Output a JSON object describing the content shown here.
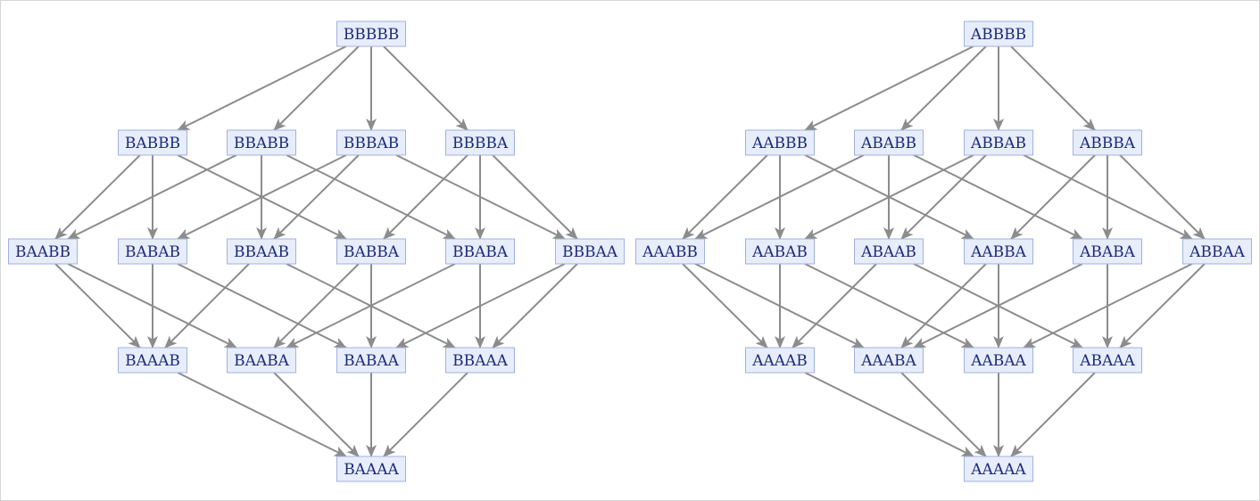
{
  "colors": {
    "node_fill": "#e7edfa",
    "node_border": "#9fb2dd",
    "node_text": "#1b2a7a",
    "edge": "#8c8c8c",
    "frame_border": "#d6d6d6"
  },
  "graphs": [
    {
      "name": "left-graph",
      "levels": [
        [
          "BBBBB"
        ],
        [
          "BABBB",
          "BBABB",
          "BBBAB",
          "BBBBA"
        ],
        [
          "BAABB",
          "BABAB",
          "BBAAB",
          "BABBA",
          "BBABA",
          "BBBAA"
        ],
        [
          "BAAAB",
          "BAABA",
          "BABAA",
          "BBAAA"
        ],
        [
          "BAAAA"
        ]
      ],
      "edges": [
        [
          "BBBBB",
          "BABBB"
        ],
        [
          "BBBBB",
          "BBABB"
        ],
        [
          "BBBBB",
          "BBBAB"
        ],
        [
          "BBBBB",
          "BBBBA"
        ],
        [
          "BABBB",
          "BAABB"
        ],
        [
          "BABBB",
          "BABAB"
        ],
        [
          "BABBB",
          "BABBA"
        ],
        [
          "BBABB",
          "BAABB"
        ],
        [
          "BBABB",
          "BBAAB"
        ],
        [
          "BBABB",
          "BBABA"
        ],
        [
          "BBBAB",
          "BABAB"
        ],
        [
          "BBBAB",
          "BBAAB"
        ],
        [
          "BBBAB",
          "BBBAA"
        ],
        [
          "BBBBA",
          "BABBA"
        ],
        [
          "BBBBA",
          "BBABA"
        ],
        [
          "BBBBA",
          "BBBAA"
        ],
        [
          "BAABB",
          "BAAAB"
        ],
        [
          "BAABB",
          "BAABA"
        ],
        [
          "BABAB",
          "BAAAB"
        ],
        [
          "BABAB",
          "BABAA"
        ],
        [
          "BBAAB",
          "BAAAB"
        ],
        [
          "BBAAB",
          "BBAAA"
        ],
        [
          "BABBA",
          "BAABA"
        ],
        [
          "BABBA",
          "BABAA"
        ],
        [
          "BBABA",
          "BAABA"
        ],
        [
          "BBABA",
          "BBAAA"
        ],
        [
          "BBBAA",
          "BABAA"
        ],
        [
          "BBBAA",
          "BBAAA"
        ],
        [
          "BAAAB",
          "BAAAA"
        ],
        [
          "BAABA",
          "BAAAA"
        ],
        [
          "BABAA",
          "BAAAA"
        ],
        [
          "BBAAA",
          "BAAAA"
        ]
      ]
    },
    {
      "name": "right-graph",
      "levels": [
        [
          "ABBBB"
        ],
        [
          "AABBB",
          "ABABB",
          "ABBAB",
          "ABBBA"
        ],
        [
          "AAABB",
          "AABAB",
          "ABAAB",
          "AABBA",
          "ABABA",
          "ABBAA"
        ],
        [
          "AAAAB",
          "AAABA",
          "AABAA",
          "ABAAA"
        ],
        [
          "AAAAA"
        ]
      ],
      "edges": [
        [
          "ABBBB",
          "AABBB"
        ],
        [
          "ABBBB",
          "ABABB"
        ],
        [
          "ABBBB",
          "ABBAB"
        ],
        [
          "ABBBB",
          "ABBBA"
        ],
        [
          "AABBB",
          "AAABB"
        ],
        [
          "AABBB",
          "AABAB"
        ],
        [
          "AABBB",
          "AABBA"
        ],
        [
          "ABABB",
          "AAABB"
        ],
        [
          "ABABB",
          "ABAAB"
        ],
        [
          "ABABB",
          "ABABA"
        ],
        [
          "ABBAB",
          "AABAB"
        ],
        [
          "ABBAB",
          "ABAAB"
        ],
        [
          "ABBAB",
          "ABBAA"
        ],
        [
          "ABBBA",
          "AABBA"
        ],
        [
          "ABBBA",
          "ABABA"
        ],
        [
          "ABBBA",
          "ABBAA"
        ],
        [
          "AAABB",
          "AAAAB"
        ],
        [
          "AAABB",
          "AAABA"
        ],
        [
          "AABAB",
          "AAAAB"
        ],
        [
          "AABAB",
          "AABAA"
        ],
        [
          "ABAAB",
          "AAAAB"
        ],
        [
          "ABAAB",
          "ABAAA"
        ],
        [
          "AABBA",
          "AAABA"
        ],
        [
          "AABBA",
          "AABAA"
        ],
        [
          "ABABA",
          "AAABA"
        ],
        [
          "ABABA",
          "ABAAA"
        ],
        [
          "ABBAA",
          "AABAA"
        ],
        [
          "ABBAA",
          "ABAAA"
        ],
        [
          "AAAAB",
          "AAAAA"
        ],
        [
          "AAABA",
          "AAAAA"
        ],
        [
          "AABAA",
          "AAAAA"
        ],
        [
          "ABAAA",
          "AAAAA"
        ]
      ]
    }
  ]
}
